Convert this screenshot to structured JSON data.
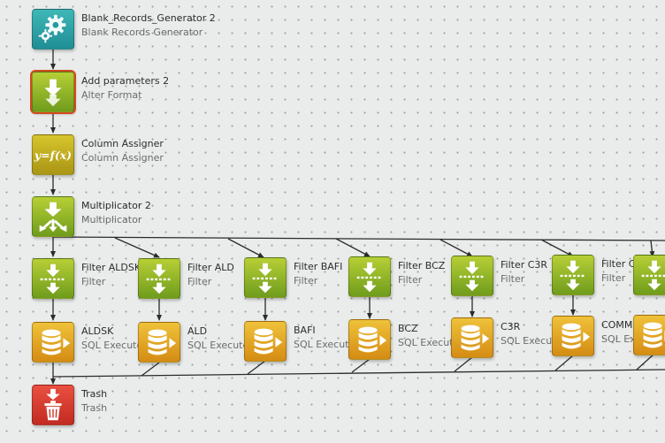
{
  "nodes": {
    "generator": {
      "title": "Blank_Records_Generator 2",
      "subtitle": "Blank Records Generator",
      "icon": "gear-icon"
    },
    "add_params": {
      "title": "Add parameters 2",
      "subtitle": "Alter Format",
      "icon": "down-arrow-icon"
    },
    "column_assigner": {
      "title": "Column Assigner",
      "subtitle": "Column Assigner",
      "icon": "function-icon",
      "icon_text": "y=f(x)"
    },
    "multiplicator": {
      "title": "Multiplicator 2",
      "subtitle": "Multiplicator",
      "icon": "split-arrows-icon"
    },
    "filters": [
      {
        "title": "Filter ALDSK",
        "subtitle": "Filter"
      },
      {
        "title": "Filter ALD",
        "subtitle": "Filter"
      },
      {
        "title": "Filter BAFI",
        "subtitle": "Filter"
      },
      {
        "title": "Filter BCZ",
        "subtitle": "Filter"
      },
      {
        "title": "Filter C3R",
        "subtitle": "Filter"
      },
      {
        "title": "Filter CO",
        "subtitle": "Filter"
      }
    ],
    "sql": [
      {
        "title": "ALDSK",
        "subtitle": "SQL Execute"
      },
      {
        "title": "ALD",
        "subtitle": "SQL Execute"
      },
      {
        "title": "BAFI",
        "subtitle": "SQL Execute"
      },
      {
        "title": "BCZ",
        "subtitle": "SQL Execute"
      },
      {
        "title": "C3R",
        "subtitle": "SQL Execute"
      },
      {
        "title": "COMM",
        "subtitle": "SQL Exec"
      }
    ],
    "trash": {
      "title": "Trash",
      "subtitle": "Trash",
      "icon": "trash-icon"
    }
  },
  "colors": {
    "generator": "#2aa3a8",
    "alter_format": "#8fb52a",
    "column_assigner": "#c9b41f",
    "filter": "#8fb52a",
    "sql_execute": "#e3a628",
    "trash": "#d9392e",
    "selection_outline": "#d24a1e"
  }
}
